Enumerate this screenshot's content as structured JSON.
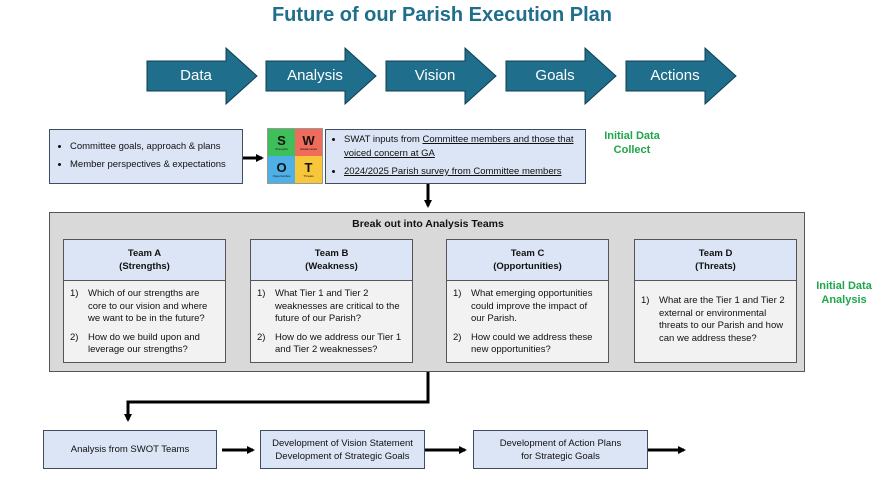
{
  "title": "Future of our Parish Execution Plan",
  "process_steps": [
    "Data",
    "Analysis",
    "Vision",
    "Goals",
    "Actions"
  ],
  "inputs_box": {
    "items": [
      "Committee goals, approach & plans",
      "Member perspectives & expectations"
    ]
  },
  "swot_graphic": {
    "s": "S",
    "w": "W",
    "o": "O",
    "t": "T",
    "s_caption": "Strengths",
    "w_caption": "Weaknesses",
    "o_caption": "Opportunities",
    "t_caption": "Threats",
    "colors": {
      "s": "#3fbf5a",
      "w": "#ef6b5b",
      "o": "#4fb0e6",
      "t": "#f7c63a"
    }
  },
  "swat_box": {
    "item1_prefix": "SWAT inputs from ",
    "item1_link": "Committee members and those that voiced concern at GA",
    "item2_link": "2024/2025 Parish survey from Committee members"
  },
  "labels": {
    "initial_collect": "Initial Data Collect",
    "initial_analysis": "Initial Data Analysis"
  },
  "panel": {
    "title": "Break out into Analysis Teams",
    "teams": [
      {
        "name": "Team A",
        "subtitle": "(Strengths)",
        "questions": [
          {
            "num": "1)",
            "text": "Which of our strengths are core to our vision and where we want to be in the future?"
          },
          {
            "num": "2)",
            "text": "How do we build upon and leverage our strengths?"
          }
        ]
      },
      {
        "name": "Team B",
        "subtitle": "(Weakness)",
        "questions": [
          {
            "num": "1)",
            "text": "What Tier 1 and Tier 2 weaknesses are critical to the future of our Parish?"
          },
          {
            "num": "2)",
            "text": "How do we address our Tier 1 and Tier 2 weaknesses?"
          }
        ]
      },
      {
        "name": "Team C",
        "subtitle": "(Opportunities)",
        "questions": [
          {
            "num": "1)",
            "text": "What emerging opportunities could improve the impact of our Parish."
          },
          {
            "num": "2)",
            "text": "How could we address these new opportunities?"
          }
        ]
      },
      {
        "name": "Team D",
        "subtitle": "(Threats)",
        "questions": [
          {
            "num": "1)",
            "text": "What are the Tier 1 and Tier 2 external or environmental threats to our Parish and how can we address these?"
          }
        ]
      }
    ]
  },
  "flow": [
    "Analysis from SWOT Teams",
    "Development of Vision Statement\nDevelopment of Strategic Goals",
    "Development of Action Plans\nfor Strategic Goals"
  ],
  "colors": {
    "title": "#1f6e8c",
    "chevron": "#1f6e8c",
    "chevron_border": "#0f3d52",
    "green_label": "#1fa64a",
    "box_fill": "#dbe5f5",
    "panel_fill": "#d9d9d9"
  }
}
